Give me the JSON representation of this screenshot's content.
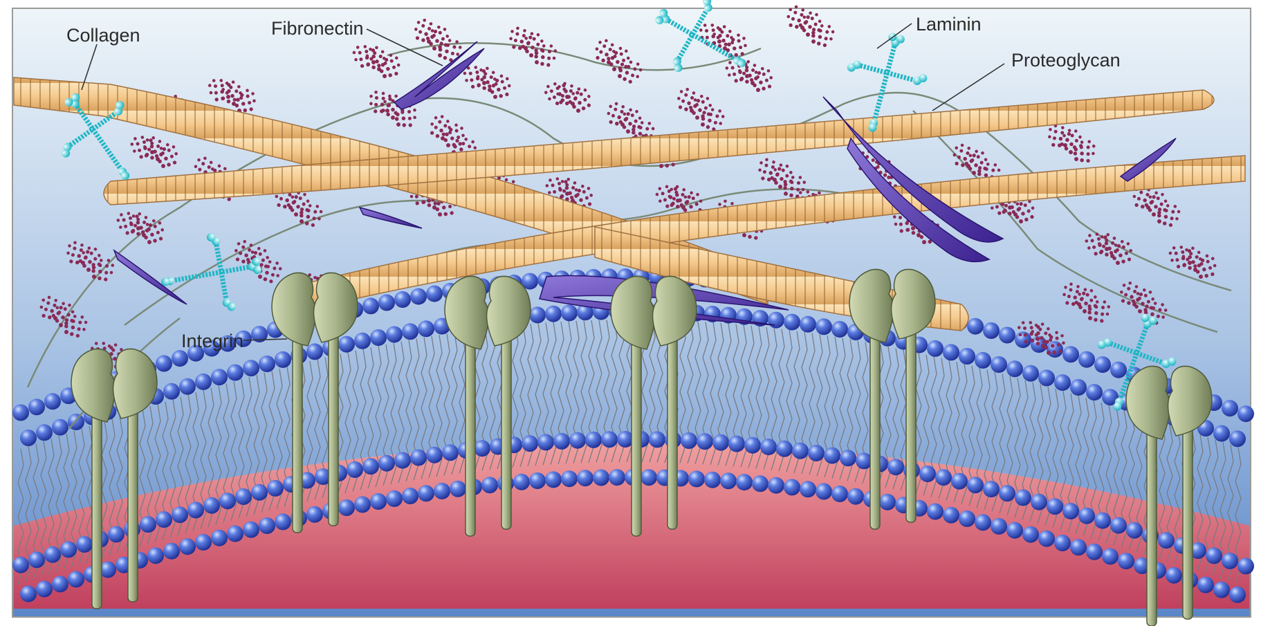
{
  "labels": {
    "collagen": "Collagen",
    "fibronectin": "Fibronectin",
    "laminin": "Laminin",
    "proteoglycan": "Proteoglycan",
    "integrin": "Integrin"
  },
  "colors": {
    "sky_top": "#eef5f9",
    "sky_bottom": "#5a86c8",
    "cytoplasm_top": "#f0a0a0",
    "cytoplasm_bottom": "#c0405e",
    "collagen_fill": "#f4c98c",
    "collagen_stripe": "#8a5a2a",
    "fibronectin": "#5a3ea8",
    "laminin": "#1fb6c4",
    "proteoglycan_core": "#7a8a78",
    "proteoglycan_dots": "#8a2a55",
    "integrin": "#a8b48a",
    "lipid_head": "#2a48c0",
    "lipid_tail": "#7a7a82"
  }
}
